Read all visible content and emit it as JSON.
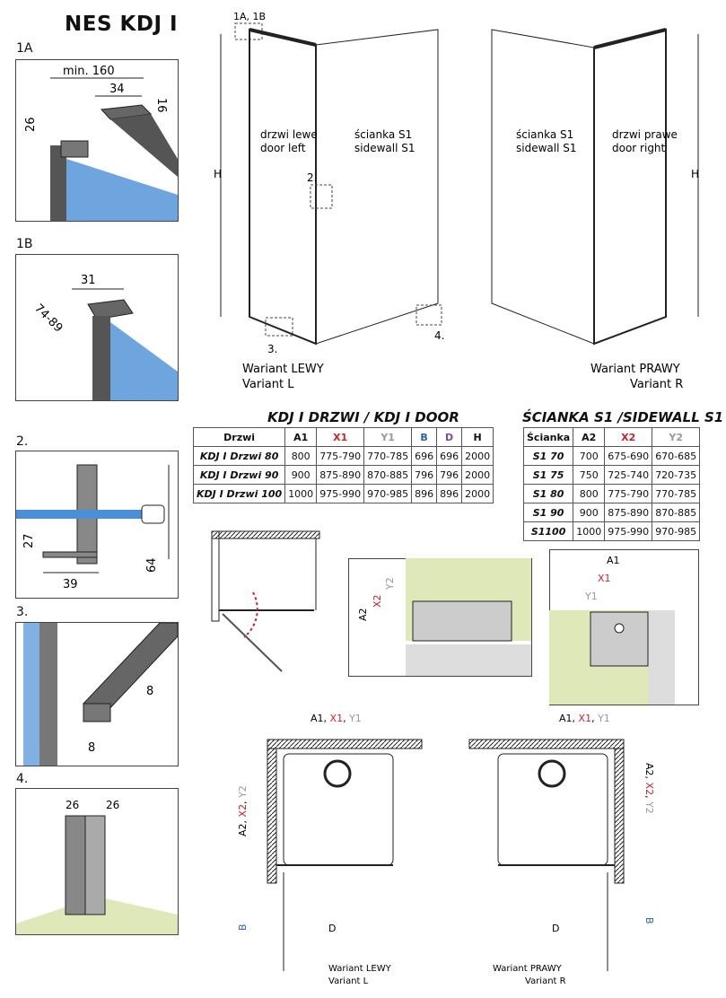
{
  "title": "NES KDJ I",
  "details": {
    "d1a": {
      "label": "1A",
      "min": "min. 160",
      "w": "34",
      "h": "16",
      "side": "26"
    },
    "d1b": {
      "label": "1B",
      "w": "31",
      "range": "74-89"
    },
    "d2": {
      "label": "2.",
      "h1": "27",
      "w": "39",
      "h2": "64"
    },
    "d3": {
      "label": "3.",
      "a": "8",
      "b": "8"
    },
    "d4": {
      "label": "4.",
      "a": "26",
      "b": "26"
    }
  },
  "elevation": {
    "callout_top": "1A, 1B",
    "door_left": [
      "drzwi lewe",
      "door left"
    ],
    "sidewall_left": [
      "ścianka S1",
      "sidewall S1"
    ],
    "sidewall_right": [
      "ścianka S1",
      "sidewall S1"
    ],
    "door_right": [
      "drzwi prawe",
      "door right"
    ],
    "h": "H",
    "callout_2": "2.",
    "callout_3": "3.",
    "callout_4": "4.",
    "variant_left": [
      "Wariant LEWY",
      "Variant L"
    ],
    "variant_right": [
      "Wariant PRAWY",
      "Variant R"
    ]
  },
  "door_table": {
    "title": "KDJ I DRZWI / KDJ I DOOR",
    "headers": [
      "Drzwi",
      "A1",
      "X1",
      "Y1",
      "B",
      "D",
      "H"
    ],
    "rows": [
      [
        "KDJ I Drzwi 80",
        "800",
        "775-790",
        "770-785",
        "696",
        "696",
        "2000"
      ],
      [
        "KDJ I Drzwi 90",
        "900",
        "875-890",
        "870-885",
        "796",
        "796",
        "2000"
      ],
      [
        "KDJ I Drzwi 100",
        "1000",
        "975-990",
        "970-985",
        "896",
        "896",
        "2000"
      ]
    ]
  },
  "wall_table": {
    "title": "ŚCIANKA S1 /SIDEWALL S1",
    "headers": [
      "Ścianka",
      "A2",
      "X2",
      "Y2"
    ],
    "rows": [
      [
        "S1 70",
        "700",
        "675-690",
        "670-685"
      ],
      [
        "S1 75",
        "750",
        "725-740",
        "720-735"
      ],
      [
        "S1 80",
        "800",
        "775-790",
        "770-785"
      ],
      [
        "S1 90",
        "900",
        "875-890",
        "870-885"
      ],
      [
        "S1100",
        "1000",
        "975-990",
        "970-985"
      ]
    ]
  },
  "dims": {
    "a2": "A2",
    "x2": "X2",
    "y2": "Y2",
    "a1": "A1",
    "x1": "X1",
    "y1": "Y1",
    "b": "B",
    "d": "D",
    "sep": ", "
  },
  "plans": {
    "left_variant": [
      "Wariant LEWY",
      "Variant L"
    ],
    "right_variant": [
      "Wariant PRAWY",
      "Variant R"
    ]
  },
  "colors": {
    "x": "#c0282d",
    "y": "#999999",
    "b": "#2b5ea8",
    "d": "#7a4fa0",
    "glass": "#4b8fd6",
    "wall": "#dfe8b8"
  }
}
